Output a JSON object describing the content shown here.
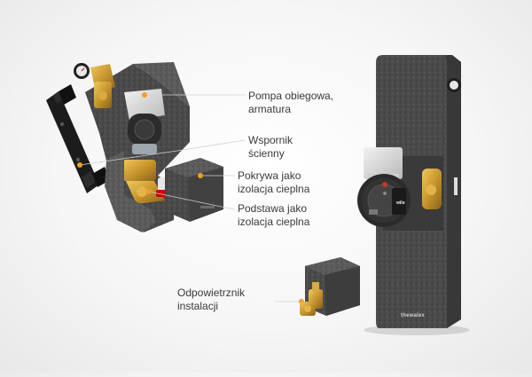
{
  "labels": {
    "pump": [
      "Pompa obiegowa,",
      "armatura"
    ],
    "bracket": [
      "Wspornik",
      "ścienny"
    ],
    "cover": [
      "Pokrywa jako",
      "izolacja cieplna"
    ],
    "base": [
      "Podstawa jako",
      "izolacja cieplna"
    ],
    "vent": [
      "Odpowietrznik",
      "instalacji"
    ]
  },
  "brand_text": "thewalex",
  "pump_brand": "wilo",
  "colors": {
    "callout": "#f0a020",
    "insulation": "#4a4a4a",
    "brass": "#c8962e",
    "bracket": "#1c1c1c",
    "label_text": "#3a3a3a"
  }
}
